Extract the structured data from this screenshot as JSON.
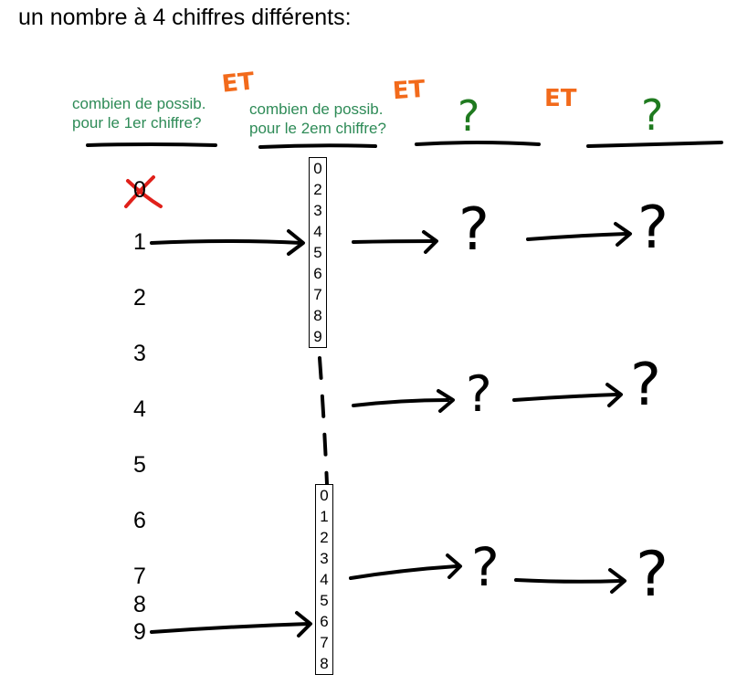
{
  "title": "un nombre à 4 chiffres différents:",
  "slot_labels": {
    "first": "combien de possib.\npour le 1er chiffre?",
    "second": "combien de possib.\npour le 2em chiffre?"
  },
  "connectors": [
    "ET",
    "ET",
    "ET"
  ],
  "unknown_slots": [
    "?",
    "?"
  ],
  "first_digits": {
    "crossed_out": "0",
    "list": [
      "1",
      "2",
      "3",
      "4",
      "5",
      "6",
      "7",
      "8",
      "9"
    ]
  },
  "second_digit_boxes": {
    "when_first_is_1": [
      "0",
      "2",
      "3",
      "4",
      "5",
      "6",
      "7",
      "8",
      "9"
    ],
    "when_first_is_9": [
      "0",
      "1",
      "2",
      "3",
      "4",
      "5",
      "6",
      "7",
      "8"
    ]
  },
  "branch_marks": [
    "?",
    "?",
    "?",
    "?",
    "?",
    "?"
  ],
  "colors": {
    "green_text": "#2e8b57",
    "orange_et": "#f26a1b",
    "green_question": "#1f7a1f",
    "red_cross": "#e0201a",
    "ink": "#000000"
  }
}
